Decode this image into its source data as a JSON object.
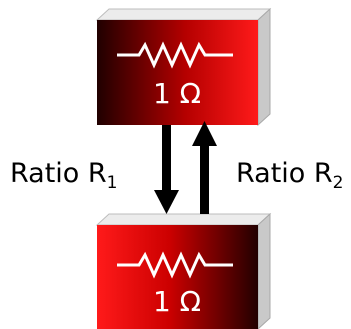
{
  "top_box": {
    "value_label": "1 Ω"
  },
  "bottom_box": {
    "value_label": "1 Ω"
  },
  "ratio_left": {
    "main": "Ratio R",
    "sub": "1"
  },
  "ratio_right": {
    "main": "Ratio R",
    "sub": "2"
  },
  "colors": {
    "box_red": "#ff1a1a",
    "box_dark": "#1a0000",
    "top_face": "#e8e8e8",
    "side_face": "#c8c8c8",
    "arrow": "#000000"
  },
  "icons": {
    "resistor": "resistor-icon",
    "arrow_down": "arrow-down-icon",
    "arrow_up": "arrow-up-icon"
  }
}
